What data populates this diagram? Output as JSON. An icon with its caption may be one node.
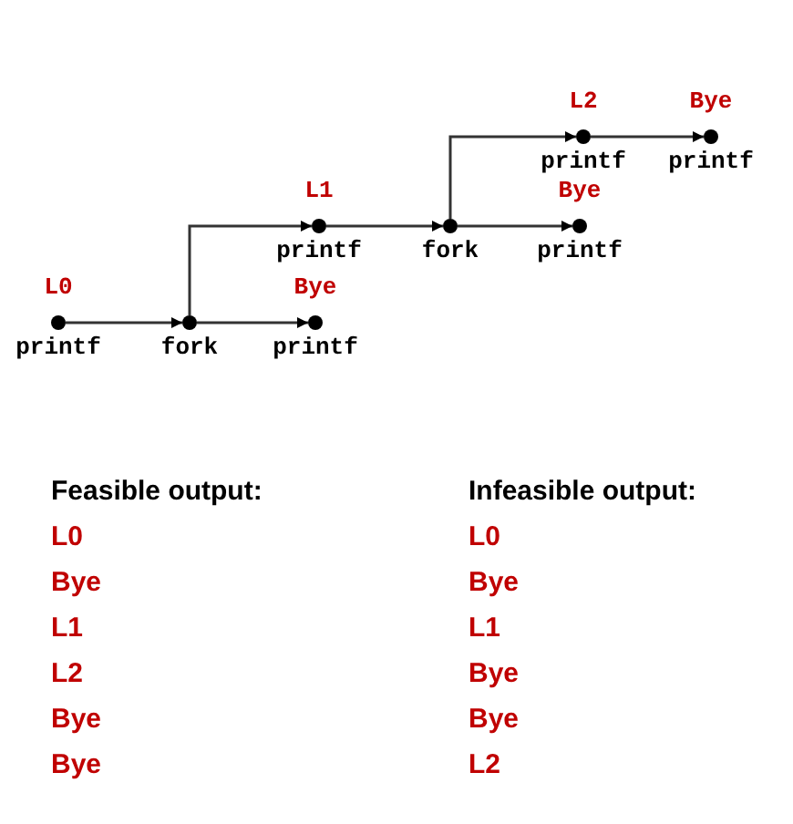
{
  "diagram": {
    "nodes": [
      {
        "text": [
          "L0",
          "printf"
        ]
      },
      {
        "text": [
          "fork"
        ]
      },
      {
        "text": [
          "Bye",
          "printf"
        ]
      },
      {
        "text": [
          "L1",
          "printf"
        ]
      },
      {
        "text": [
          "fork"
        ]
      },
      {
        "text": [
          "Bye",
          "printf"
        ]
      },
      {
        "text": [
          "L2",
          "printf"
        ]
      },
      {
        "text": [
          "Bye",
          "printf"
        ]
      }
    ],
    "edges": [
      {
        "from": 0,
        "to": 1,
        "arrow": "to"
      },
      {
        "from": 1,
        "to": 2,
        "arrow": "to"
      },
      {
        "from": 1,
        "to": 3,
        "arrow": "to"
      },
      {
        "from": 3,
        "to": 4,
        "arrow": "to"
      },
      {
        "from": 4,
        "to": 5,
        "arrow": "to"
      },
      {
        "from": 4,
        "to": 6,
        "arrow": "to"
      },
      {
        "from": 6,
        "to": 7,
        "arrow": "to"
      }
    ],
    "labels": [
      "Feasible output:",
      "L0",
      "Bye",
      "L1",
      "L2",
      "Bye",
      "Bye",
      "Infeasible output:",
      "L0",
      "Bye",
      "L1",
      "Bye",
      "Bye",
      "L2"
    ]
  }
}
